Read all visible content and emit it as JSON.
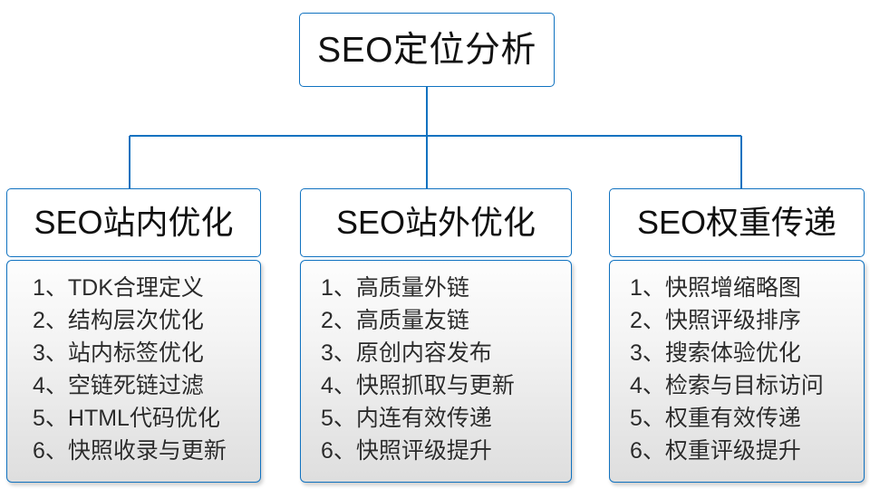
{
  "diagram": {
    "type": "org-tree",
    "root": {
      "label": "SEO定位分析"
    },
    "branches": [
      {
        "id": "seo-onsite",
        "header": "SEO站内优化",
        "items": [
          "1、TDK合理定义",
          "2、结构层次优化",
          "3、站内标签优化",
          "4、空链死链过滤",
          "5、HTML代码优化",
          "6、快照收录与更新"
        ]
      },
      {
        "id": "seo-offsite",
        "header": "SEO站外优化",
        "items": [
          "1、高质量外链",
          "2、高质量友链",
          "3、原创内容发布",
          "4、快照抓取与更新",
          "5、内连有效传递",
          "6、快照评级提升"
        ]
      },
      {
        "id": "seo-weight",
        "header": "SEO权重传递",
        "items": [
          "1、快照增缩略图",
          "2、快照评级排序",
          "3、搜索体验优化",
          "4、检索与目标访问",
          "5、权重有效传递",
          "6、权重评级提升"
        ]
      }
    ],
    "colors": {
      "line": "#1072c0",
      "border": "#1072c0",
      "root_fill": "#ffffff",
      "header_fill": "#ffffff",
      "body_fill_top": "#fdfdfd",
      "body_fill_bottom": "#dedede",
      "text": "#1a1a1a"
    }
  }
}
